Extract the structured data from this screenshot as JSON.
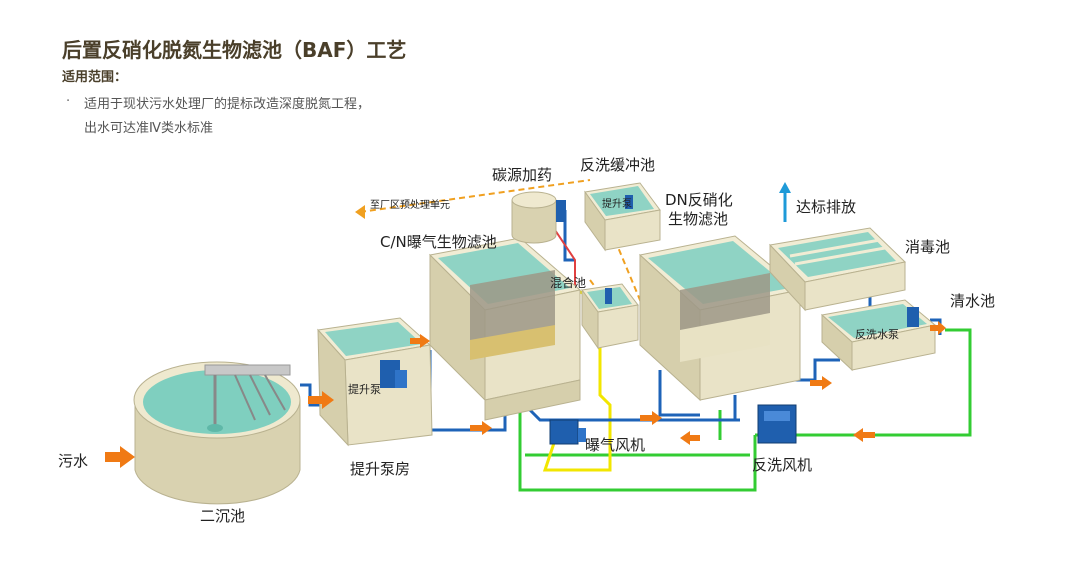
{
  "header": {
    "title": "后置反硝化脱氮生物滤池（BAF）工艺",
    "scope_label": "适用范围：",
    "bullet": "·",
    "desc_line1": "适用于现状污水处理厂的提标改造深度脱氮工程，",
    "desc_line2": "出水可达准Ⅳ类水标准"
  },
  "labels": {
    "sewage": "污水",
    "secondary_clarifier": "二沉池",
    "lift_pump_house": "提升泵房",
    "lift_pump": "提升泵",
    "cn_filter": "C/N曝气生物滤池",
    "carbon_dosing": "碳源加药",
    "to_pretreatment": "至厂区预处理单元",
    "backwash_buffer": "反洗缓冲池",
    "buffer_pump": "提升泵",
    "mixing_tank": "混合池",
    "dn_filter_line1": "DN反硝化",
    "dn_filter_line2": "生物滤池",
    "aeration_blower": "曝气风机",
    "backwash_blower": "反洗风机",
    "discharge": "达标排放",
    "disinfection_tank": "消毒池",
    "clear_water_tank": "清水池",
    "backwash_pump": "反洗水泵"
  },
  "colors": {
    "title": "#4a3f2a",
    "concrete": "#e9e3c7",
    "concrete_dark": "#c9c2a0",
    "water": "#8fd3c4",
    "pipe_blue": "#1e63b8",
    "pipe_green": "#33cc33",
    "pipe_yellow": "#f2e600",
    "pipe_orange_dash": "#f0a020",
    "arrow": "#f07a14",
    "equipment_blue": "#1f5fae"
  }
}
